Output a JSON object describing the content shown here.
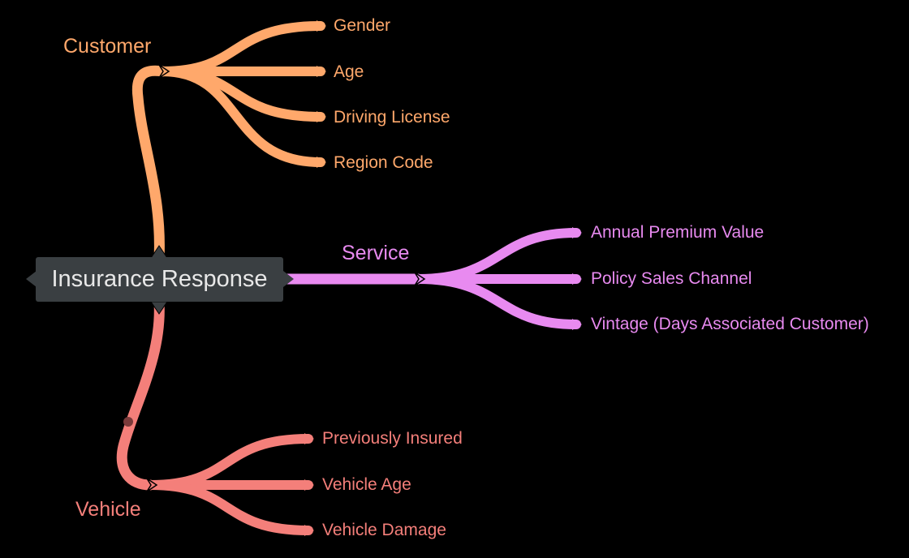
{
  "root": "Insurance Response",
  "branches": [
    {
      "id": "customer",
      "label": "Customer",
      "color": "#FFA86B",
      "children": [
        "Gender",
        "Age",
        "Driving License",
        "Region Code"
      ]
    },
    {
      "id": "service",
      "label": "Service",
      "color": "#E88AF0",
      "children": [
        "Annual Premium Value",
        "Policy Sales Channel",
        "Vintage (Days Associated Customer)"
      ]
    },
    {
      "id": "vehicle",
      "label": "Vehicle",
      "color": "#F47F7A",
      "children": [
        "Previously Insured",
        "Vehicle Age",
        "Vehicle Damage"
      ]
    }
  ],
  "colors": {
    "background": "#000000",
    "root_fill": "#3A3F42",
    "root_text": "#E8E8E8",
    "marker": "#7A3A3A"
  }
}
